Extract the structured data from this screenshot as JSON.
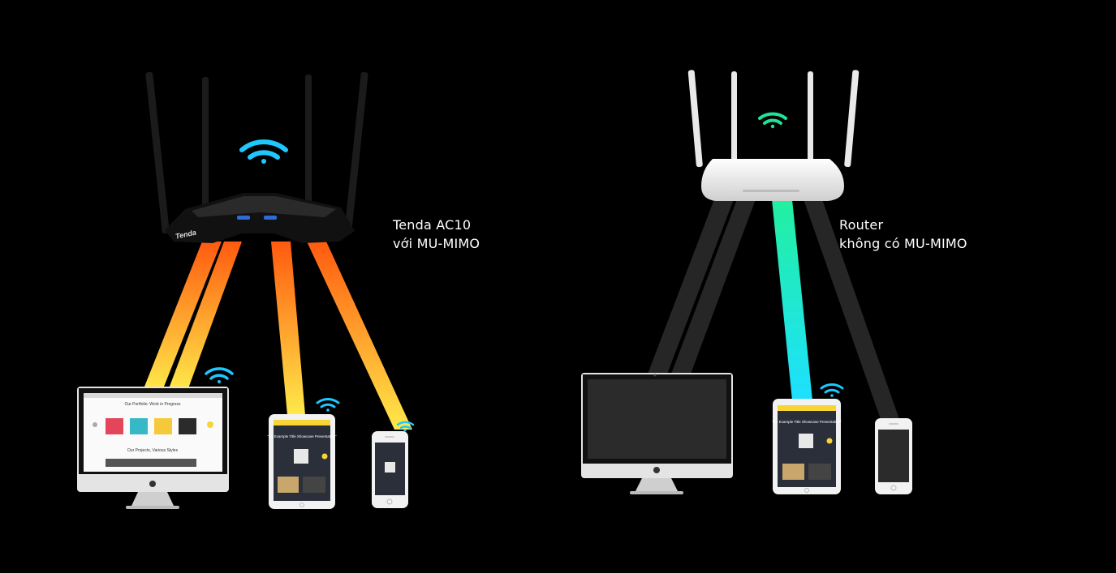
{
  "captions": {
    "left": {
      "line1": "Tenda AC10",
      "line2": "với MU-MIMO"
    },
    "right": {
      "line1": "Router",
      "line2": "không có MU-MIMO"
    }
  },
  "router_left": {
    "brand": "Tenda",
    "color": "#111111",
    "wifi_color": "#1ec8ff"
  },
  "router_right": {
    "color": "#e9e9e9",
    "wifi_color": "#20e39a"
  },
  "colors": {
    "background": "#000000",
    "beam_top": "#ff5a0f",
    "beam_bottom": "#ffe94a",
    "beam_teal_top": "#22f0a0",
    "beam_teal_bottom": "#1ee0ff",
    "beam_dark": "#262626",
    "device_wifi": "#1ec8ff"
  },
  "screens": {
    "imac_title": "Our Portfolio: Work in Progress",
    "imac_subtitle": "Our Projects, Various Styles",
    "tablet_title": "“An Example Title Showcase Presentation”"
  }
}
